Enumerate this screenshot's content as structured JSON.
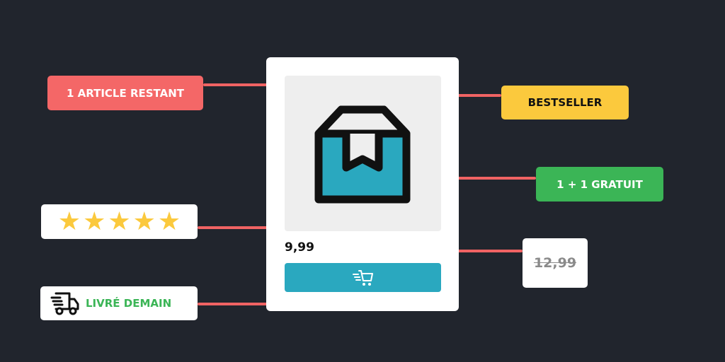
{
  "badges": {
    "stock_label": "1 ARTICLE RESTANT",
    "bestseller_label": "BESTSELLER",
    "promo_label": "1 + 1 GRATUIT",
    "old_price": "12,99",
    "delivery_label": "LIVRÉ DEMAIN"
  },
  "rating": {
    "stars": 5,
    "max": 5
  },
  "product": {
    "price": "9,99",
    "image_icon": "package-box-icon",
    "cart_icon": "fast-cart-icon"
  },
  "colors": {
    "background": "#21252d",
    "connector": "#f06363",
    "stock_badge": "#f46767",
    "bestseller_badge": "#fbc93d",
    "promo_badge": "#3bb556",
    "accent_teal": "#2aa8bf"
  }
}
